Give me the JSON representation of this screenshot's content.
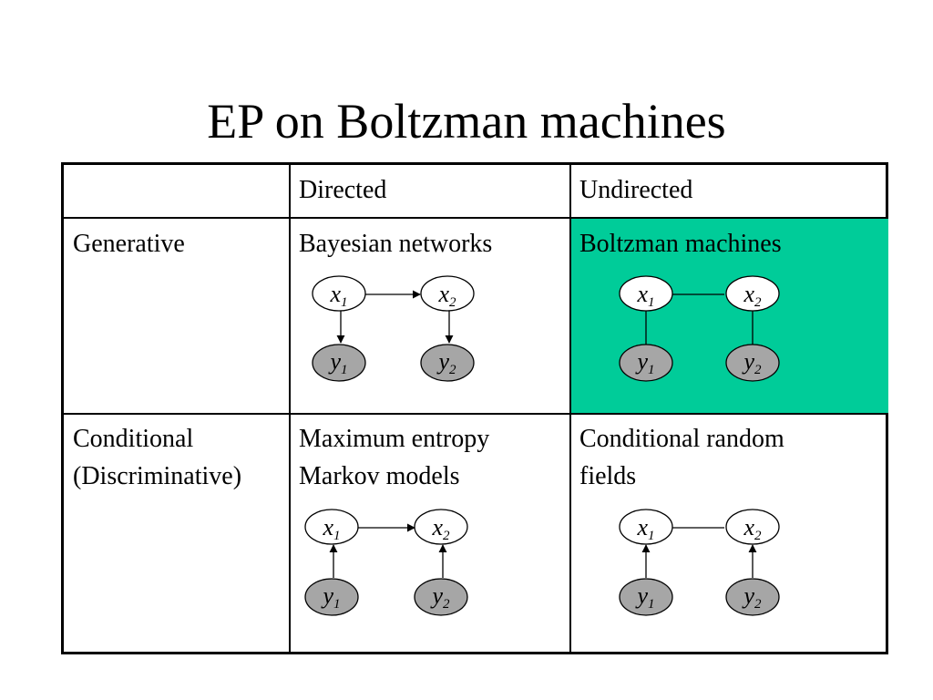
{
  "title": "EP on Boltzman machines",
  "table": {
    "column_headers": [
      "",
      "Directed",
      "Undirected"
    ],
    "rows": [
      {
        "label": "Generative",
        "directed": "Bayesian networks",
        "undirected": "Boltzman machines"
      },
      {
        "label_lines": [
          "Conditional",
          "(Discriminative)"
        ],
        "directed_lines": [
          "Maximum entropy",
          "Markov models"
        ],
        "undirected_lines": [
          "Conditional random",
          "fields"
        ]
      }
    ],
    "highlight_color": "#00cc99"
  },
  "graph_labels": {
    "x_var": "x",
    "y_var": "y",
    "index_1": "1",
    "index_2": "2"
  }
}
